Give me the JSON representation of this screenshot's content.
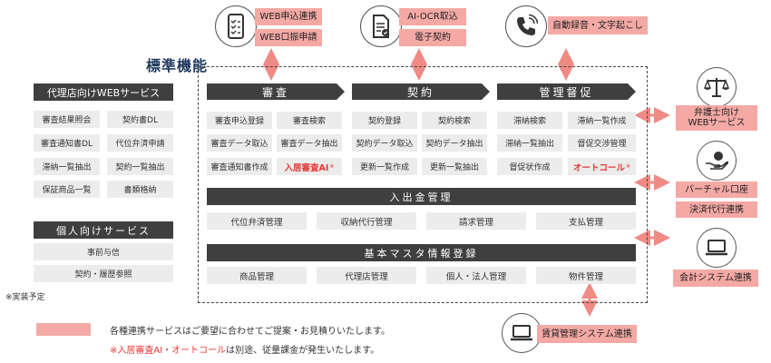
{
  "top_services": {
    "web": {
      "items": [
        "WEB申込連携",
        "WEB口振申請"
      ],
      "icon": "smartphone-checklist-icon"
    },
    "ocr": {
      "items": [
        "AI-OCR取込",
        "電子契約"
      ],
      "icon": "document-icon"
    },
    "voice": {
      "items": [
        "自動録音・文字起こし"
      ],
      "icon": "phone-icon"
    }
  },
  "standard": {
    "title": "標準機能",
    "screening": {
      "header": "審査",
      "items": [
        "審査申込登録",
        "審査検索",
        "審査データ取込",
        "審査データ抽出",
        "審査通知書作成",
        "入居審査AI"
      ],
      "optional_mark": "※"
    },
    "contract": {
      "header": "契約",
      "items": [
        "契約登録",
        "契約検索",
        "契約データ取込",
        "契約データ抽出",
        "更新一覧作成",
        "更新一覧抽出"
      ]
    },
    "dunning": {
      "header": "管理督促",
      "items": [
        "滞納検索",
        "滞納一覧作成",
        "滞納一覧抽出",
        "督促交渉管理",
        "督促状作成",
        "オートコール"
      ],
      "optional_mark": "※"
    },
    "payments": {
      "header": "入出金管理",
      "items": [
        "代位弁済管理",
        "収納代行管理",
        "請求管理",
        "支払管理"
      ]
    },
    "master": {
      "header": "基本マスタ情報登録",
      "items": [
        "商品管理",
        "代理店管理",
        "個人・法人管理",
        "物件管理"
      ]
    }
  },
  "agent_web": {
    "header": "代理店向けWEBサービス",
    "items": [
      "審査結果照会",
      "契約書DL",
      "審査通知書DL",
      "代位弁済申請",
      "滞納一覧抽出",
      "契約一覧抽出",
      "保証商品一覧",
      "書類格納"
    ]
  },
  "personal": {
    "header": "個人向けサービス",
    "items": [
      "事前与信",
      "契約・履歴参照"
    ]
  },
  "implementation_note": "※実装予定",
  "right_services": {
    "lawyer": {
      "label": "弁護士向け\nWEBサービス",
      "icon": "scales-icon"
    },
    "bank": {
      "items": [
        "バーチャル口座",
        "決済代行連携"
      ],
      "icon": "hand-coin-icon"
    },
    "accounting": {
      "label": "会計システム連携",
      "icon": "laptop-icon"
    }
  },
  "bottom_service": {
    "label": "賃貸管理システム連携",
    "icon": "laptop-icon"
  },
  "legend": {
    "pink_text": "各種連携サービスはご要望に合わせてご提案・お見積りいたします。",
    "note_red": "※入居審査AI・オートコール",
    "note_rest": "は別途、従量課金が発生いたします。"
  },
  "colors": {
    "dark": "#3f3f3f",
    "pink": "#f4a9a5",
    "red": "#e53935",
    "cell": "#ececec",
    "title_blue": "#1f3a5f"
  }
}
